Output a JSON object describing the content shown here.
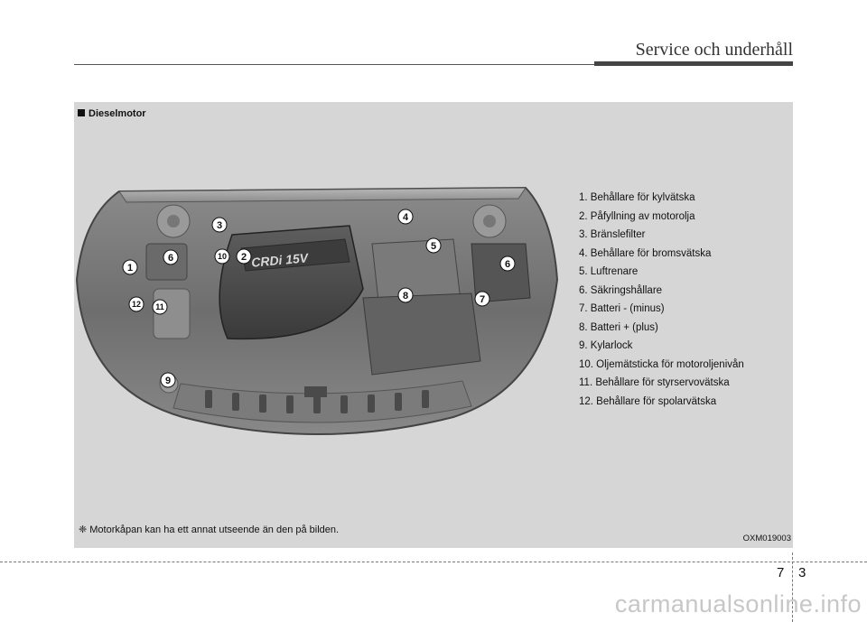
{
  "header": {
    "title": "Service och underhåll"
  },
  "section": {
    "title": "Dieselmotor"
  },
  "engine_cover_text": "CRDi 15V",
  "callouts": [
    "1",
    "2",
    "3",
    "4",
    "5",
    "6",
    "7",
    "8",
    "9",
    "10",
    "11",
    "12"
  ],
  "legend": [
    "1. Behållare för kylvätska",
    "2. Påfyllning av motorolja",
    "3. Bränslefilter",
    "4. Behållare för bromsvätska",
    "5. Luftrenare",
    "6. Säkringshållare",
    "7. Batteri - (minus)",
    "8. Batteri + (plus)",
    "9. Kylarlock",
    "10. Oljemätsticka för motoroljenivån",
    "11. Behållare för styrservovätska",
    "12. Behållare för spolarvätska"
  ],
  "footnote": "❈ Motorkåpan kan ha ett annat utseende än den på bilden.",
  "image_code": "OXM019003",
  "page": {
    "chapter": "7",
    "number": "3"
  },
  "watermark": "carmanualsonline.info"
}
